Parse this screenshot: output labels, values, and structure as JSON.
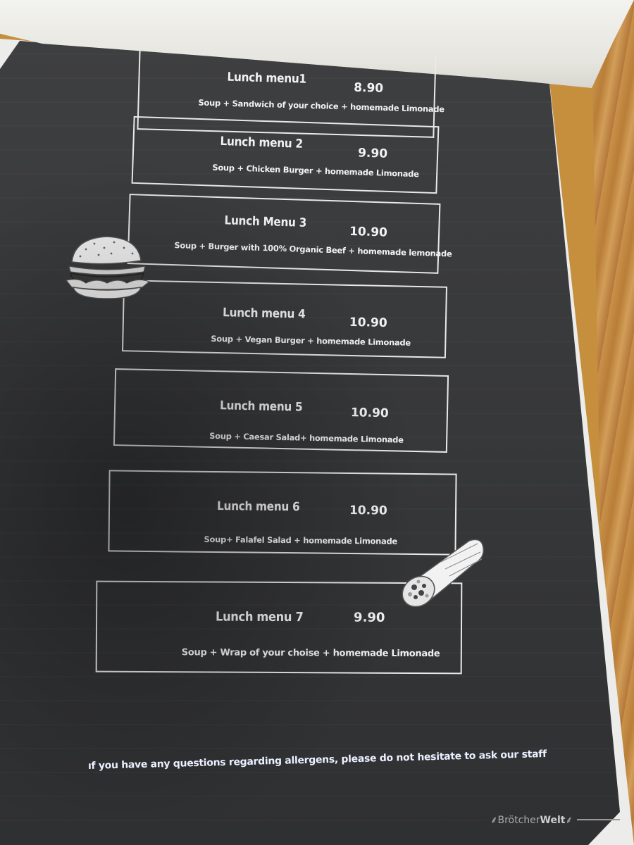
{
  "menu_items": [
    {
      "title": "Lunch menu1",
      "price": "8.90",
      "description": "Soup + Sandwich of your choice + homemade Limonade"
    },
    {
      "title": "Lunch menu 2",
      "price": "9.90",
      "description": "Soup + Chicken Burger + homemade Limonade"
    },
    {
      "title": "Lunch Menu 3",
      "price": "10.90",
      "description": "Soup + Burger with 100% Organic Beef  + homemade lemonade"
    },
    {
      "title": "Lunch menu 4",
      "price": "10.90",
      "description": "Soup + Vegan Burger + homemade Limonade"
    },
    {
      "title": "Lunch menu 5",
      "price": "10.90",
      "description": "Soup + Caesar Salad+ homemade Limonade"
    },
    {
      "title": "Lunch menu 6",
      "price": "10.90",
      "description": "Soup+ Falafel Salad + homemade Limonade"
    },
    {
      "title": "Lunch menu 7",
      "price": "9.90",
      "description": "Soup + Wrap of your choise + homemade Limonade"
    }
  ],
  "footer_note": "ıf you have any questions regarding allergens, please do not hesitate to ask our staff",
  "brand": {
    "part1": "Brötcher",
    "part2": "Welt"
  },
  "icons": [
    "burger-illustration",
    "wrap-illustration",
    "wheat-icon"
  ],
  "colors": {
    "board": "#38393b",
    "text": "#f2f2f2",
    "binder": "#c58f3e"
  }
}
